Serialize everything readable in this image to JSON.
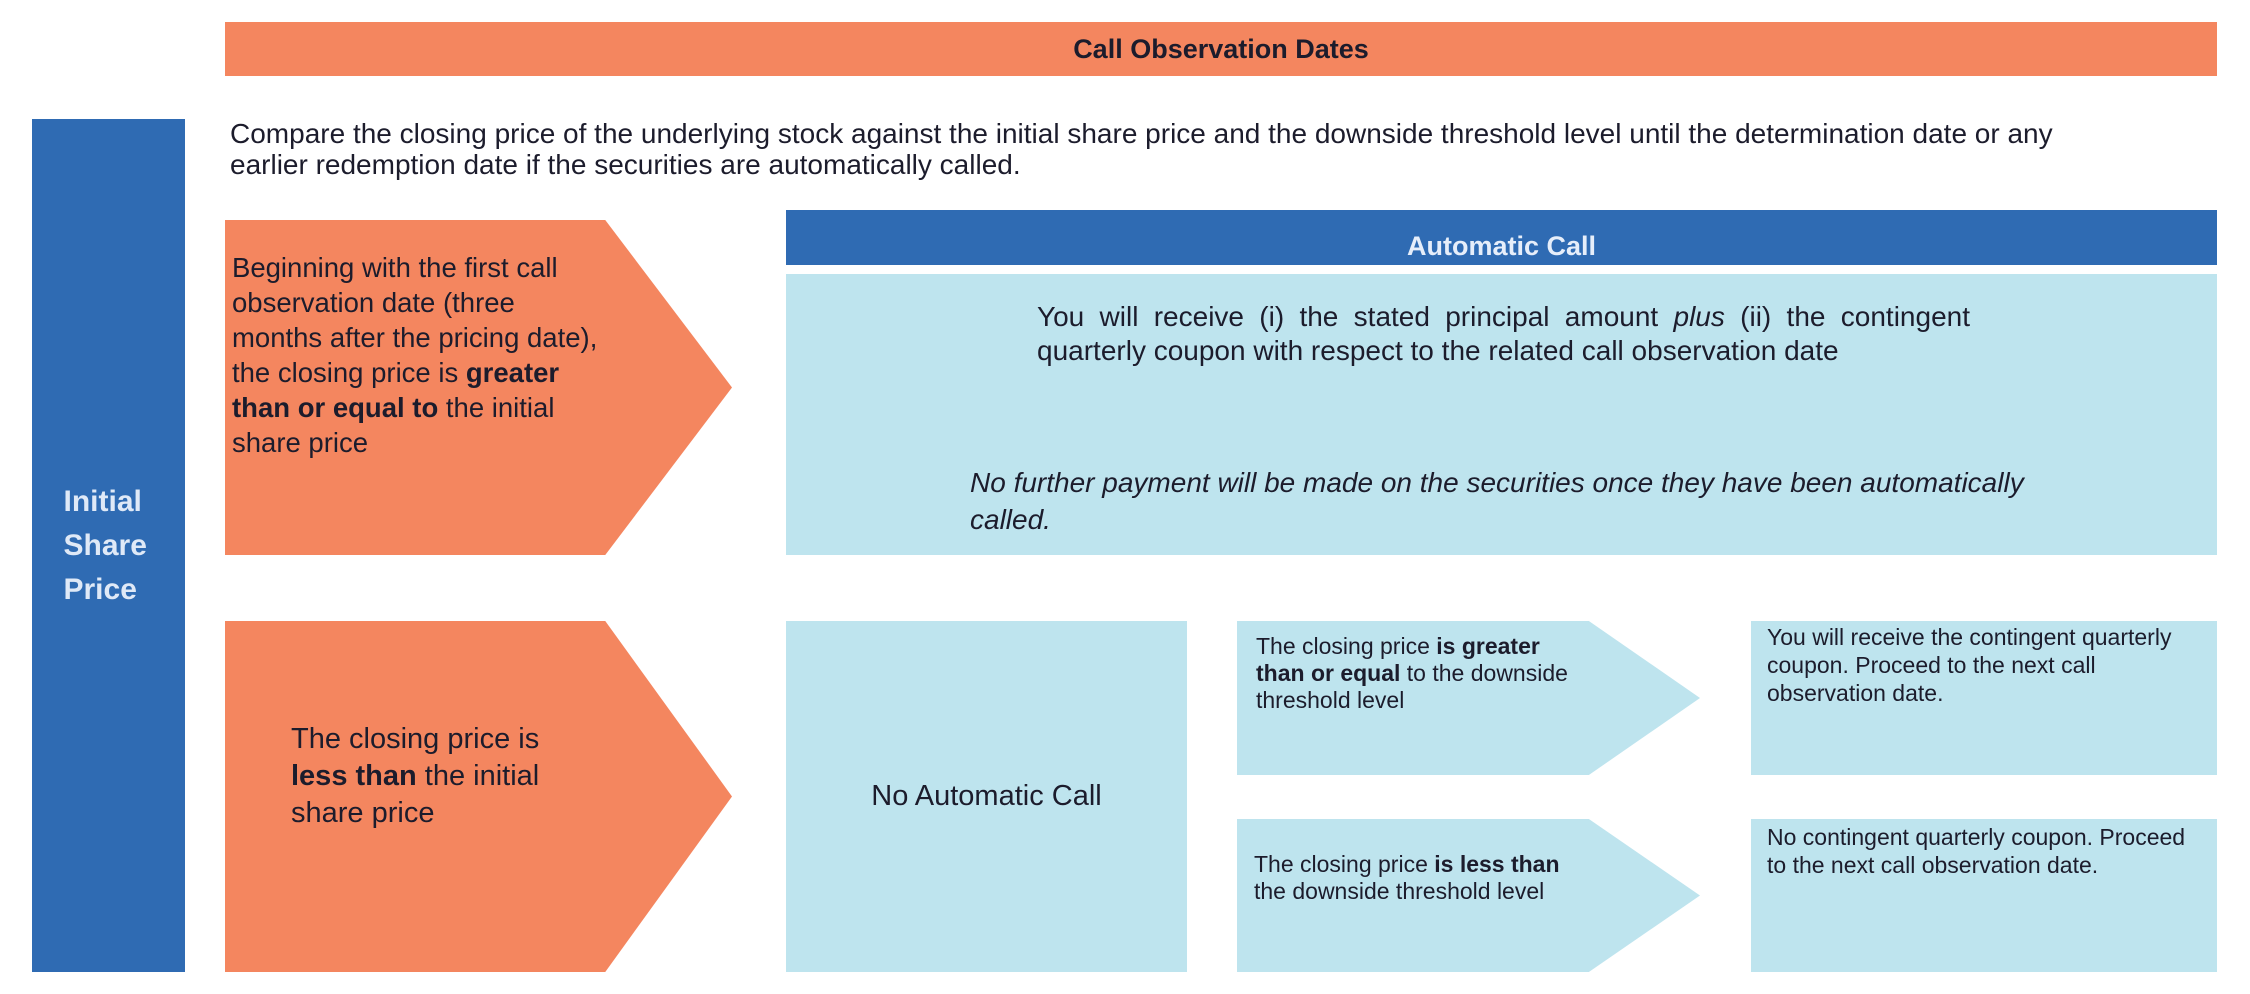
{
  "header": {
    "title": "Call Observation Dates"
  },
  "side_label": "Initial Share Price",
  "description": "Compare the closing price of the underlying stock against the initial share price and the downside threshold level until the determination date or any earlier redemption date if the securities are automatically called.",
  "condition_above": {
    "pre": "Beginning with the first call observation date (three months after the pricing date), the closing price is ",
    "bold": "greater than or equal to",
    "post": " the initial share price"
  },
  "condition_below": {
    "pre": "The closing price is ",
    "bold": "less than",
    "post": " the initial share price"
  },
  "automatic_call": {
    "title": "Automatic Call",
    "main_pre": "You will receive (i) the stated principal amount ",
    "main_italic": "plus",
    "main_post": " (ii) the contingent quarterly coupon with respect to the related call observation date",
    "note": "No further payment will be made on the securities once they have been automatically called."
  },
  "no_automatic_call": "No Automatic Call",
  "threshold_above": {
    "pre": "The closing price ",
    "bold": "is greater than or equal",
    "post": " to the downside threshold level"
  },
  "threshold_below": {
    "pre": "The closing price ",
    "bold": "is less than",
    "post": " the downside threshold level"
  },
  "result_above": "You will receive the contingent quarterly coupon.  Proceed to the next call observation date.",
  "result_below": "No contingent quarterly coupon.  Proceed to the next call observation date.",
  "colors": {
    "orange": "#F4865F",
    "blue": "#2F6BB3",
    "light_blue": "#BEE4EE"
  }
}
